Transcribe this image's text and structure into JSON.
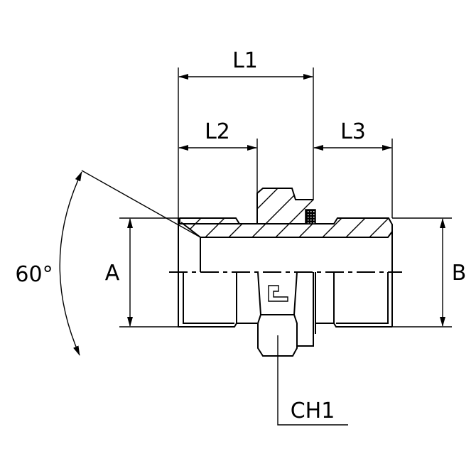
{
  "labels": {
    "l1": "L1",
    "l2": "L2",
    "l3": "L3",
    "a": "A",
    "b": "B",
    "angle": "60°",
    "ch1": "CH1"
  },
  "colors": {
    "line": "#000000",
    "background": "#ffffff"
  }
}
